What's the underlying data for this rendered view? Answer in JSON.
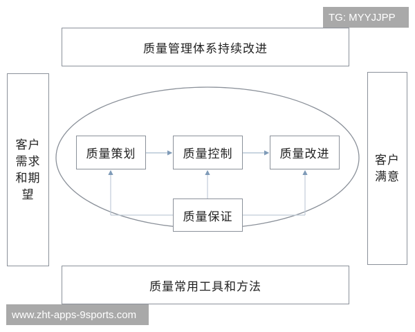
{
  "diagram": {
    "top_box": "质量管理体系持续改进",
    "bottom_box": "质量常用工具和方法",
    "left_box_lines": [
      "客户",
      "需求",
      "和期",
      "望"
    ],
    "right_box_lines": [
      "客户",
      "满意"
    ],
    "inner": {
      "planning": "质量策划",
      "control": "质量控制",
      "improvement": "质量改进",
      "assurance": "质量保证"
    },
    "colors": {
      "border": "#8a9099",
      "arrow": "#9fb3c8",
      "text": "#222222"
    }
  },
  "watermarks": {
    "top_right": "TG: MYYJJPP",
    "bottom_left": "www.zht-apps-9sports.com"
  }
}
